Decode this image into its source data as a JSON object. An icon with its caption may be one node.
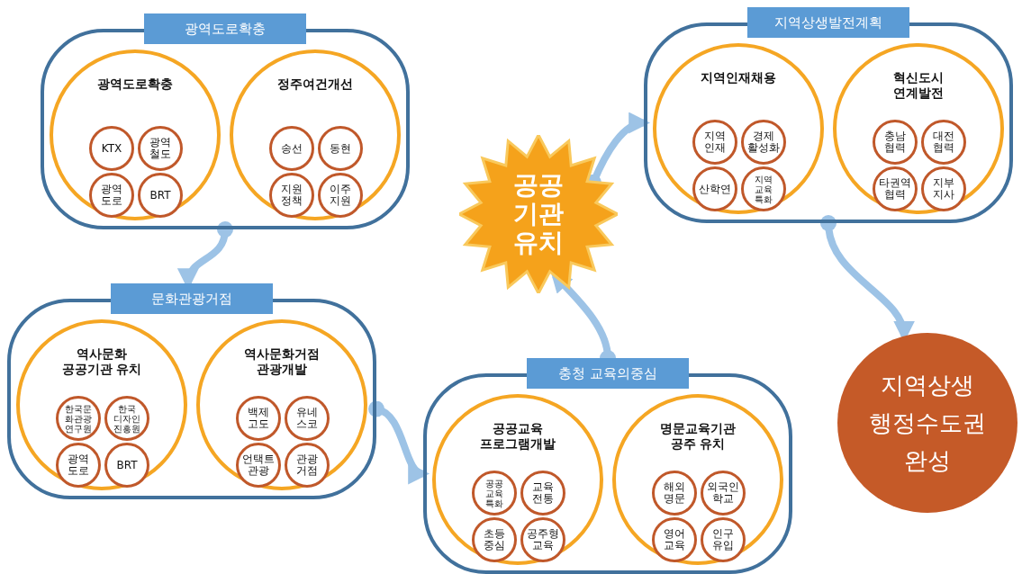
{
  "diagram": {
    "nodes": [
      {
        "text": [
          "광역도로확충"
        ]
      },
      {
        "text": [
          "광역도로확충"
        ],
        "in": 0
      },
      {
        "text": [
          "KTX"
        ],
        "in": 1
      },
      {
        "text": [
          "광역 철도"
        ],
        "in": 1
      },
      {
        "text": [
          "광역 도로"
        ],
        "in": 1
      },
      {
        "text": [
          "BRT"
        ],
        "in": 1
      },
      {
        "text": [
          "정주여건개선"
        ],
        "in": 0
      },
      {
        "text": [
          "송선"
        ],
        "in": 6
      },
      {
        "text": [
          "동현"
        ],
        "in": 6
      },
      {
        "text": [
          "지원 정책"
        ],
        "in": 6
      },
      {
        "text": [
          "이주 지원"
        ],
        "in": 6
      },
      {
        "text": [
          "지역상생발전계획"
        ]
      },
      {
        "text": [
          "지역인재채용"
        ],
        "in": 11
      },
      {
        "text": [
          "지역 인재"
        ],
        "in": 12
      },
      {
        "text": [
          "경제 활성화"
        ],
        "in": 12
      },
      {
        "text": [
          "산학연"
        ],
        "in": 12
      },
      {
        "text": [
          "지역 교육 특화"
        ],
        "in": 12
      },
      {
        "text": [
          "혁신도시 연계발전"
        ],
        "in": 11
      },
      {
        "text": [
          "충남 협력"
        ],
        "in": 17
      },
      {
        "text": [
          "대전 협력"
        ],
        "in": 17
      },
      {
        "text": [
          "타권역 협력"
        ],
        "in": 17
      },
      {
        "text": [
          "지부 지사"
        ],
        "in": 17
      },
      {
        "text": [
          "공공 기관 유치"
        ]
      },
      {
        "text": [
          "문화관광거점"
        ]
      },
      {
        "text": [
          "역사문화 공공기관 유치"
        ],
        "in": 23
      },
      {
        "text": [
          "한국문 화관광 연구원"
        ],
        "in": 24
      },
      {
        "text": [
          "한국 디자인 진흥원"
        ],
        "in": 24
      },
      {
        "text": [
          "광역 도로"
        ],
        "in": 24
      },
      {
        "text": [
          "BRT"
        ],
        "in": 24
      },
      {
        "text": [
          "역사문화거점 관광개발"
        ],
        "in": 23
      },
      {
        "text": [
          "백제 고도"
        ],
        "in": 29
      },
      {
        "text": [
          "유네 스코"
        ],
        "in": 29
      },
      {
        "text": [
          "언택트 관광"
        ],
        "in": 29
      },
      {
        "text": [
          "관광 거점"
        ],
        "in": 29
      },
      {
        "text": [
          "충청 교육의중심"
        ]
      },
      {
        "text": [
          "공공교육 프로그램개발"
        ],
        "in": 34
      },
      {
        "text": [
          "공공 교육 특화"
        ],
        "in": 35
      },
      {
        "text": [
          "교육 전통"
        ],
        "in": 35
      },
      {
        "text": [
          "초등 중심"
        ],
        "in": 35
      },
      {
        "text": [
          "공주형 교육"
        ],
        "in": 35
      },
      {
        "text": [
          "명문교육기관 공주 유치"
        ],
        "in": 34
      },
      {
        "text": [
          "해외 명문"
        ],
        "in": 40
      },
      {
        "text": [
          "외국인 학교"
        ],
        "in": 40
      },
      {
        "text": [
          "영어 교육"
        ],
        "in": 40
      },
      {
        "text": [
          "인구 유입"
        ],
        "in": 40
      },
      {
        "text": [
          "지역상생 행정수도권 완성"
        ]
      }
    ],
    "edges": [
      {
        "from": 0,
        "to": 23,
        "arrow": "to"
      },
      {
        "from": 23,
        "to": 34,
        "arrow": "to"
      },
      {
        "from": 34,
        "to": 22,
        "arrow": "to"
      },
      {
        "from": 22,
        "to": 11,
        "arrow": "to"
      },
      {
        "from": 11,
        "to": 45,
        "arrow": "to"
      }
    ]
  }
}
